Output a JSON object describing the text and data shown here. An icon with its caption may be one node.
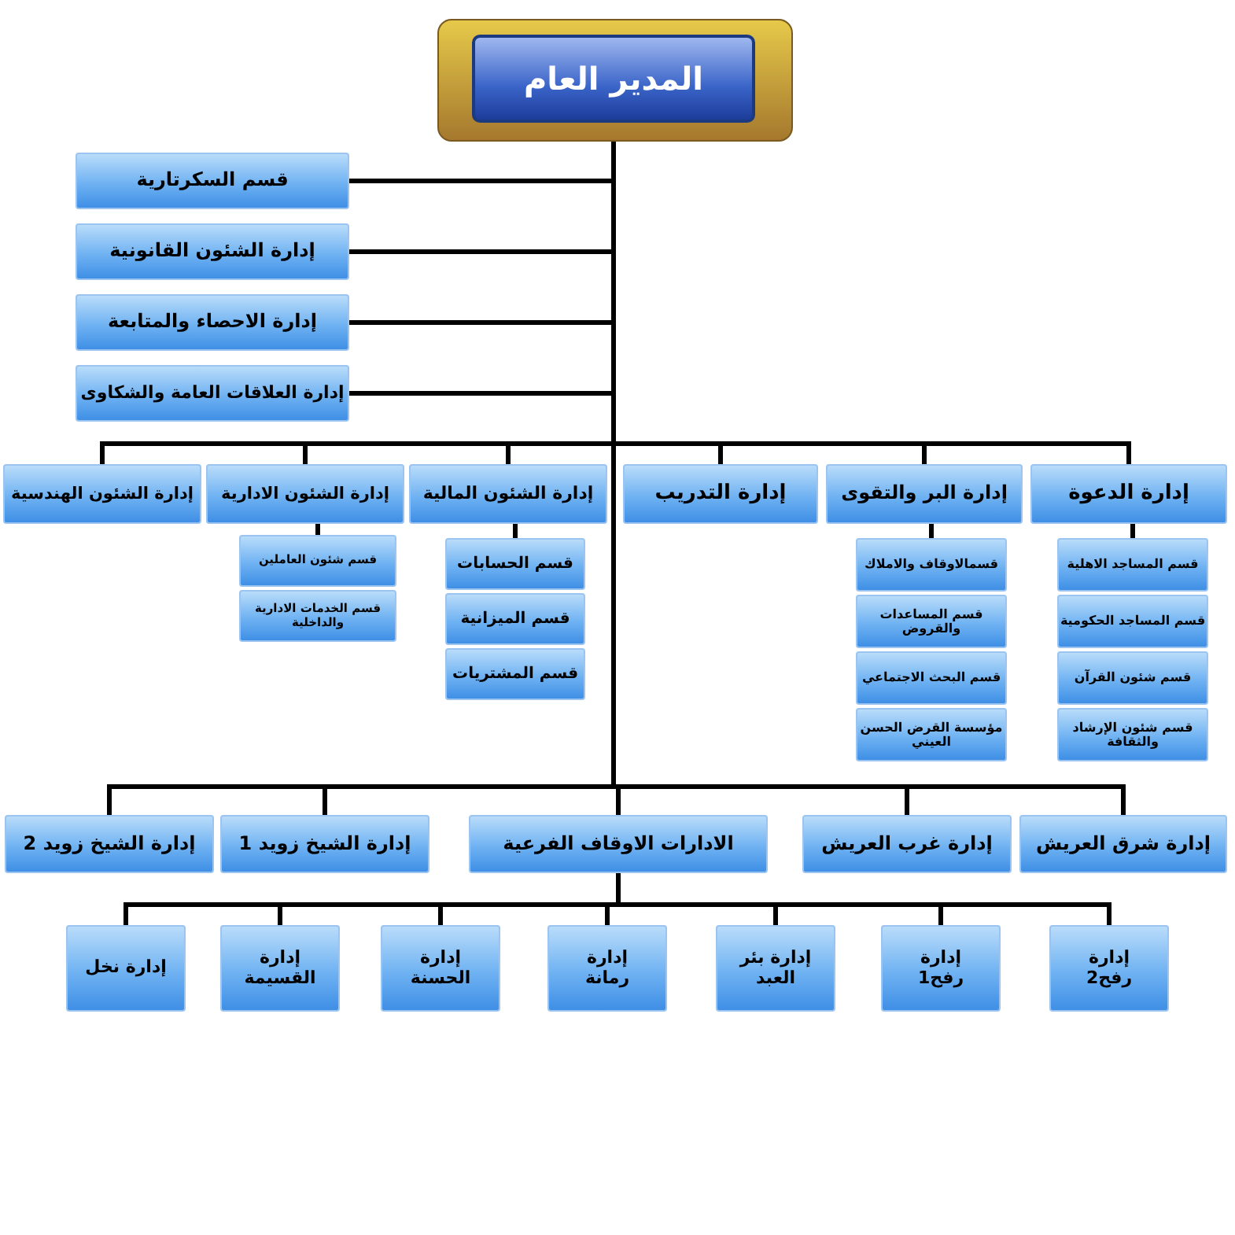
{
  "diagram": {
    "nodes": [
      {
        "text": [
          "المدير العام"
        ]
      },
      {
        "text": [
          "قسم السكرتارية"
        ]
      },
      {
        "text": [
          "إدارة الشئون القانونية"
        ]
      },
      {
        "text": [
          "إدارة الاحصاء والمتابعة"
        ]
      },
      {
        "text": [
          "إدارة العلاقات العامة والشكاوى"
        ]
      },
      {
        "text": [
          "إدارة الدعوة"
        ]
      },
      {
        "text": [
          "إدارة البر والتقوى"
        ]
      },
      {
        "text": [
          "إدارة التدريب"
        ]
      },
      {
        "text": [
          "إدارة الشئون المالية"
        ]
      },
      {
        "text": [
          "إدارة الشئون الادارية"
        ]
      },
      {
        "text": [
          "إدارة الشئون الهندسية"
        ]
      },
      {
        "text": [
          "قسم المساجد الاهلية"
        ]
      },
      {
        "text": [
          "قسم المساجد الحكومية"
        ]
      },
      {
        "text": [
          "قسم شئون القرآن"
        ]
      },
      {
        "text": [
          "قسم شئون الإرشاد والثقافة"
        ]
      },
      {
        "text": [
          "قسمالاوقاف والاملاك"
        ]
      },
      {
        "text": [
          "قسم المساعدات والقروض"
        ]
      },
      {
        "text": [
          "قسم البحث الاجتماعي"
        ]
      },
      {
        "text": [
          "مؤسسة القرض الحسن العيني"
        ]
      },
      {
        "text": [
          "قسم الحسابات"
        ]
      },
      {
        "text": [
          "قسم الميزانية"
        ]
      },
      {
        "text": [
          "قسم المشتريات"
        ]
      },
      {
        "text": [
          "قسم شئون العاملين"
        ]
      },
      {
        "text": [
          "قسم الخدمات الادارية والداخلية"
        ]
      },
      {
        "text": [
          "إدارة شرق العريش"
        ]
      },
      {
        "text": [
          "إدارة غرب العريش"
        ]
      },
      {
        "text": [
          "الادارات الاوقاف الفرعية"
        ]
      },
      {
        "text": [
          "إدارة الشيخ زويد 1"
        ]
      },
      {
        "text": [
          "إدارة الشيخ زويد 2"
        ]
      },
      {
        "text": [
          "إدارة رفح2"
        ]
      },
      {
        "text": [
          "إدارة رفح1"
        ]
      },
      {
        "text": [
          "إدارة بئر العبد"
        ]
      },
      {
        "text": [
          "إدارة رمانة"
        ]
      },
      {
        "text": [
          "إدارة الحسنة"
        ]
      },
      {
        "text": [
          "إدارة القسيمة"
        ]
      },
      {
        "text": [
          "إدارة نخل"
        ]
      }
    ],
    "edges": [
      {
        "from": 0,
        "to": 1,
        "arrow": "none"
      },
      {
        "from": 0,
        "to": 2,
        "arrow": "none"
      },
      {
        "from": 0,
        "to": 3,
        "arrow": "none"
      },
      {
        "from": 0,
        "to": 4,
        "arrow": "none"
      },
      {
        "from": 0,
        "to": 5,
        "arrow": "none"
      },
      {
        "from": 0,
        "to": 6,
        "arrow": "none"
      },
      {
        "from": 0,
        "to": 7,
        "arrow": "none"
      },
      {
        "from": 0,
        "to": 8,
        "arrow": "none"
      },
      {
        "from": 0,
        "to": 9,
        "arrow": "none"
      },
      {
        "from": 0,
        "to": 10,
        "arrow": "none"
      },
      {
        "from": 5,
        "to": 11,
        "arrow": "none"
      },
      {
        "from": 6,
        "to": 15,
        "arrow": "none"
      },
      {
        "from": 8,
        "to": 19,
        "arrow": "none"
      },
      {
        "from": 9,
        "to": 22,
        "arrow": "none"
      },
      {
        "from": 0,
        "to": 24,
        "arrow": "none"
      },
      {
        "from": 0,
        "to": 25,
        "arrow": "none"
      },
      {
        "from": 0,
        "to": 26,
        "arrow": "none"
      },
      {
        "from": 0,
        "to": 27,
        "arrow": "none"
      },
      {
        "from": 0,
        "to": 28,
        "arrow": "none"
      },
      {
        "from": 26,
        "to": 29,
        "arrow": "none"
      },
      {
        "from": 26,
        "to": 30,
        "arrow": "none"
      },
      {
        "from": 26,
        "to": 31,
        "arrow": "none"
      },
      {
        "from": 26,
        "to": 32,
        "arrow": "none"
      },
      {
        "from": 26,
        "to": 33,
        "arrow": "none"
      },
      {
        "from": 26,
        "to": 34,
        "arrow": "none"
      },
      {
        "from": 26,
        "to": 35,
        "arrow": "none"
      }
    ]
  }
}
